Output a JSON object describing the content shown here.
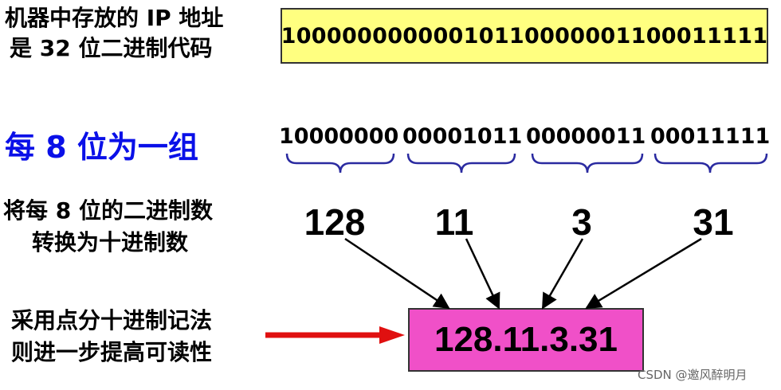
{
  "intro": {
    "line1": "机器中存放的  IP  地址",
    "line2": "是  32  位二进制代码",
    "binary_full": "10000000000010110000001100011111"
  },
  "grouping": {
    "title": "每  8  位为一组",
    "octets": [
      "10000000",
      "00001011",
      "00000011",
      "00011111"
    ]
  },
  "conversion": {
    "line1": "将每  8  位的二进制数",
    "line2": "转换为十进制数",
    "decimals": [
      "128",
      "11",
      "3",
      "31"
    ]
  },
  "notation": {
    "line1": "采用点分十进制记法",
    "line2": "则进一步提高可读性",
    "result": "128.11.3.31"
  },
  "colors": {
    "binary_box": "#ffff80",
    "title_blue": "#0a10e8",
    "brace_color": "#2a2aa0",
    "result_box": "#f050c8",
    "arrow_red": "#e01010"
  },
  "watermark": "CSDN @邀风醉明月"
}
